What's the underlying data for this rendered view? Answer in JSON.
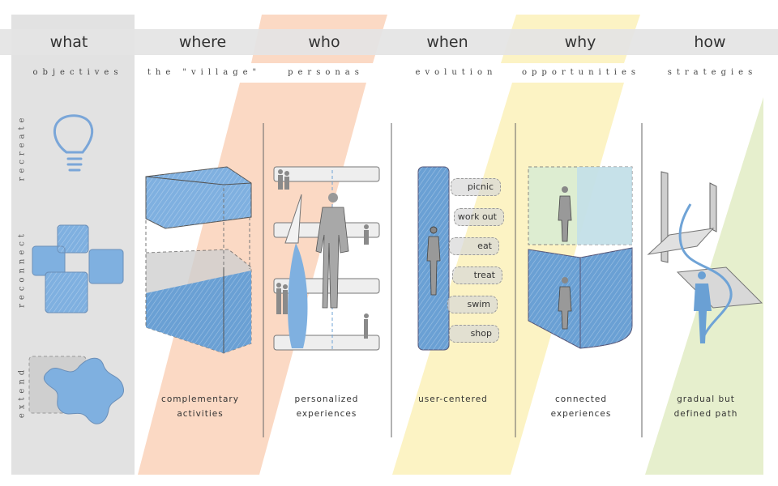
{
  "columns": [
    {
      "header": "what",
      "subtitle": "objectives",
      "caption": []
    },
    {
      "header": "where",
      "subtitle": "the \"village\"",
      "caption": [
        "complementary",
        "activities"
      ]
    },
    {
      "header": "who",
      "subtitle": "personas",
      "caption": [
        "personalized",
        "experiences"
      ]
    },
    {
      "header": "when",
      "subtitle": "evolution",
      "caption": [
        "user-centered"
      ]
    },
    {
      "header": "why",
      "subtitle": "opportunities",
      "caption": [
        "connected",
        "experiences"
      ]
    },
    {
      "header": "how",
      "subtitle": "strategies",
      "caption": [
        "gradual but",
        "defined path"
      ]
    }
  ],
  "objectives": [
    "recreate",
    "reconnect",
    "extend"
  ],
  "activities": [
    "picnic",
    "work out",
    "eat",
    "treat",
    "swim",
    "shop"
  ],
  "colors": {
    "header_bar": "#e4e4e4",
    "objectives_panel": "#e2e2e2",
    "where_band": "#fbd9c4",
    "who_band": "#fbd9c4",
    "when_band": "#fcf3c4",
    "why_band": "#fcf3c4",
    "how_band": "#e6efcd",
    "sketch_blue": "#6fa3d6",
    "sketch_grey": "#b8b8b8"
  }
}
